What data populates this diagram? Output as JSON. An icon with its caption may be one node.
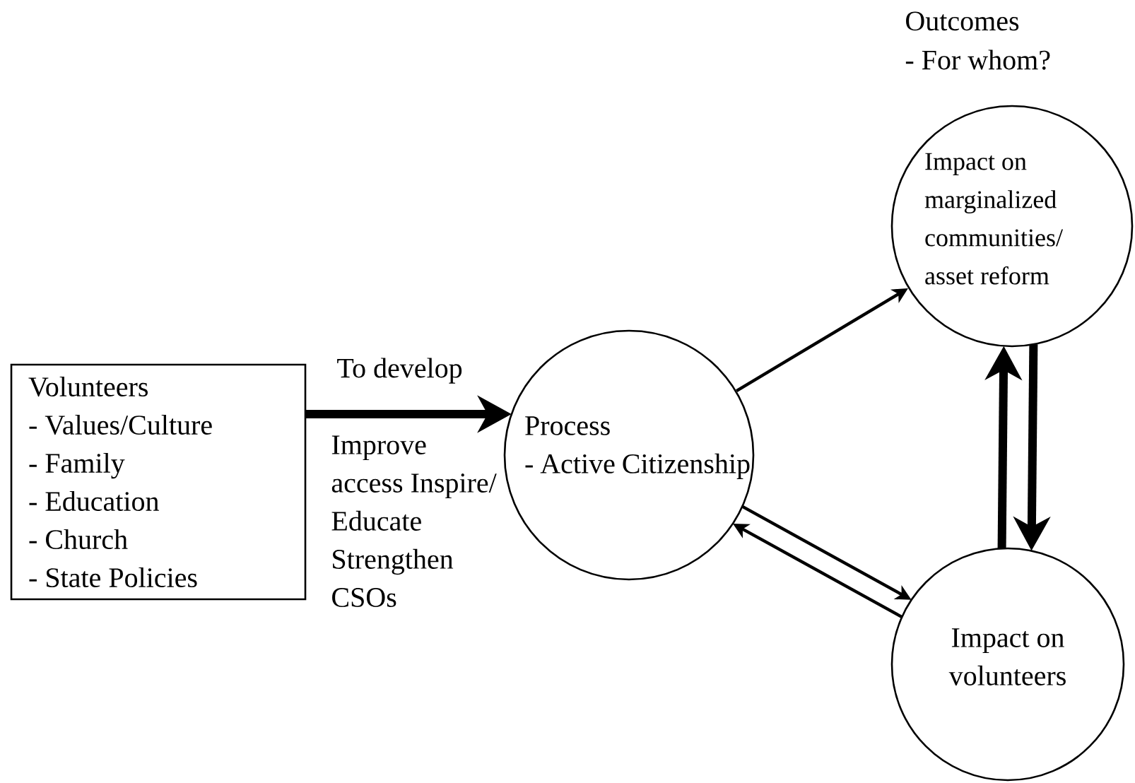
{
  "diagram": {
    "nodes": [
      {
        "text": [
          "Volunteers",
          "- Values/Culture",
          "- Family",
          "- Education",
          "- Church",
          "- State Policies"
        ]
      },
      {
        "text": [
          "Process",
          "- Active Citizenship"
        ]
      },
      {
        "text": [
          "Impact on marginalized communities/ asset reform"
        ]
      },
      {
        "text": [
          "Impact on volunteers"
        ]
      }
    ],
    "edges": [
      {
        "from": 0,
        "to": 1,
        "arrow": "to",
        "style": "thick",
        "label": "To develop"
      },
      {
        "from": 1,
        "to": 2,
        "arrow": "to"
      },
      {
        "from": 3,
        "to": 2,
        "arrow": "to",
        "style": "thick"
      },
      {
        "from": 2,
        "to": 3,
        "arrow": "to",
        "style": "thick"
      },
      {
        "from": 1,
        "to": 3,
        "arrow": "to"
      },
      {
        "from": 3,
        "to": 1,
        "arrow": "to"
      }
    ],
    "labels": [
      "Outcomes",
      "- For whom?",
      "Improve access Inspire/ Educate Strengthen CSOs"
    ]
  }
}
